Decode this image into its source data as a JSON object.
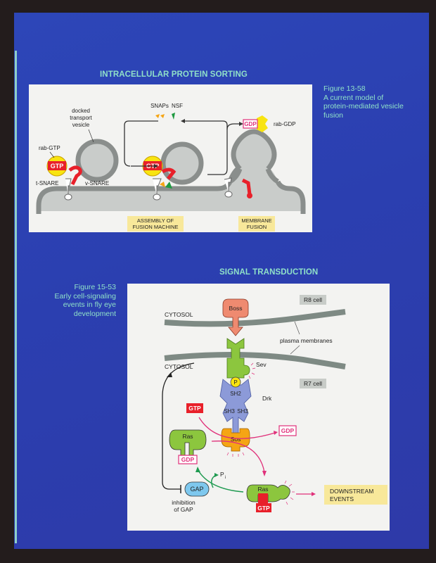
{
  "colors": {
    "page_blue": "#2d42b4",
    "heading_teal": "#8fe0c8",
    "panel_bg": "#f3f3f1",
    "label_yellow": "#f8e89a",
    "gtp_red": "#e8202a",
    "gdp_pink": "#e0307a",
    "ras_green": "#8cc63e",
    "drk_blue": "#8c9ad8",
    "sos_orange": "#f5a514",
    "boss_salmon": "#ef8a70",
    "gap_blue": "#7ec8ee"
  },
  "top_section": {
    "heading": "INTRACELLULAR PROTEIN SORTING",
    "caption": {
      "figure": "Figure 13-58",
      "line1": "A current model of",
      "line2": "protein-mediated vesicle",
      "line3": "fusion"
    },
    "diagram": {
      "snaps": "SNAPs",
      "nsf": "NSF",
      "vesicle_l1": "docked",
      "vesicle_l2": "transport",
      "vesicle_l3": "vesicle",
      "rab_gtp": "rab-GTP",
      "gtp": "GTP",
      "gdp": "GDP",
      "rab_gdp": "rab-GDP",
      "t_snare": "t-SNARE",
      "v_snare": "v-SNARE",
      "assembly_l1": "ASSEMBLY OF",
      "assembly_l2": "FUSION MACHINE",
      "fusion_l1": "MEMBRANE",
      "fusion_l2": "FUSION"
    }
  },
  "bottom_section": {
    "heading": "SIGNAL TRANSDUCTION",
    "caption": {
      "figure": "Figure 15-53",
      "line1": "Early cell-signaling",
      "line2": "events in fly eye",
      "line3": "development"
    },
    "diagram": {
      "r8_cell": "R8 cell",
      "r7_cell": "R7 cell",
      "cytosol_top": "CYTOSOL",
      "cytosol_bottom": "CYTOSOL",
      "boss": "Boss",
      "plasma_membranes": "plasma membranes",
      "sev": "Sev",
      "p": "P",
      "sh2": "SH2",
      "sh3_left": "SH3",
      "sh3_right": "SH3",
      "drk": "Drk",
      "sos": "Sos",
      "gtp_in": "GTP",
      "gdp_out": "GDP",
      "ras_inactive": "Ras",
      "ras_gdp": "GDP",
      "pi": "P",
      "pi_sub": "i",
      "gap": "GAP",
      "inhibition_l1": "inhibition",
      "inhibition_l2": "of GAP",
      "ras_active": "Ras",
      "ras_gtp": "GTP",
      "downstream_l1": "DOWNSTREAM",
      "downstream_l2": "EVENTS"
    }
  }
}
